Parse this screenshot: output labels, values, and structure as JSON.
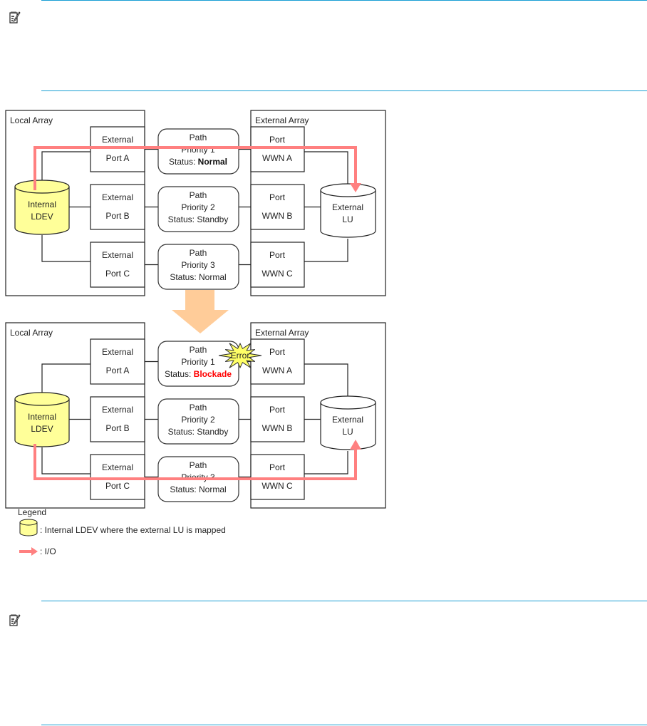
{
  "notes": [
    {
      "icon": "note-pencil-icon",
      "text": ""
    },
    {
      "icon": "note-pencil-icon",
      "text": ""
    }
  ],
  "colors": {
    "rule": "#1a9fd4",
    "io_arrow": "#ff8080",
    "ldev_fill": "#ffff99",
    "transition_arrow": "#ffcc99",
    "error_burst": "#ffff66",
    "blockade_text": "#ff0000"
  },
  "diagram": {
    "before": {
      "local_array_label": "Local Array",
      "external_array_label": "External Array",
      "internal_ldev": [
        "Internal",
        "LDEV"
      ],
      "external_lu": [
        "External",
        "LU"
      ],
      "ext_ports": [
        {
          "line1": "External",
          "line2": "Port A"
        },
        {
          "line1": "External",
          "line2": "Port B"
        },
        {
          "line1": "External",
          "line2": "Port C"
        }
      ],
      "paths": [
        {
          "title": "Path",
          "priority": "Priority 1",
          "status_label": "Status:",
          "status": "Normal",
          "status_style": "bold"
        },
        {
          "title": "Path",
          "priority": "Priority 2",
          "status_label": "Status:",
          "status": "Standby",
          "status_style": "normal"
        },
        {
          "title": "Path",
          "priority": "Priority 3",
          "status_label": "Status:",
          "status": "Normal",
          "status_style": "normal"
        }
      ],
      "wwn_ports": [
        {
          "line1": "Port",
          "line2": "WWN A"
        },
        {
          "line1": "Port",
          "line2": "WWN B"
        },
        {
          "line1": "Port",
          "line2": "WWN C"
        }
      ],
      "io_path_index": 0
    },
    "after": {
      "local_array_label": "Local Array",
      "external_array_label": "External Array",
      "internal_ldev": [
        "Internal",
        "LDEV"
      ],
      "external_lu": [
        "External",
        "LU"
      ],
      "ext_ports": [
        {
          "line1": "External",
          "line2": "Port A"
        },
        {
          "line1": "External",
          "line2": "Port B"
        },
        {
          "line1": "External",
          "line2": "Port C"
        }
      ],
      "paths": [
        {
          "title": "Path",
          "priority": "Priority 1",
          "status_label": "Status:",
          "status": "Blockade",
          "status_style": "error"
        },
        {
          "title": "Path",
          "priority": "Priority 2",
          "status_label": "Status:",
          "status": "Standby",
          "status_style": "normal"
        },
        {
          "title": "Path",
          "priority": "Priority 3",
          "status_label": "Status:",
          "status": "Normal",
          "status_style": "normal"
        }
      ],
      "wwn_ports": [
        {
          "line1": "Port",
          "line2": "WWN A"
        },
        {
          "line1": "Port",
          "line2": "WWN B"
        },
        {
          "line1": "Port",
          "line2": "WWN C"
        }
      ],
      "io_path_index": 2,
      "error_label": "Error"
    },
    "legend": {
      "title": "Legend",
      "items": [
        {
          "symbol": "cylinder-icon",
          "text": ": Internal LDEV where the external LU is mapped"
        },
        {
          "symbol": "io-arrow-icon",
          "text": ": I/O"
        }
      ]
    }
  }
}
